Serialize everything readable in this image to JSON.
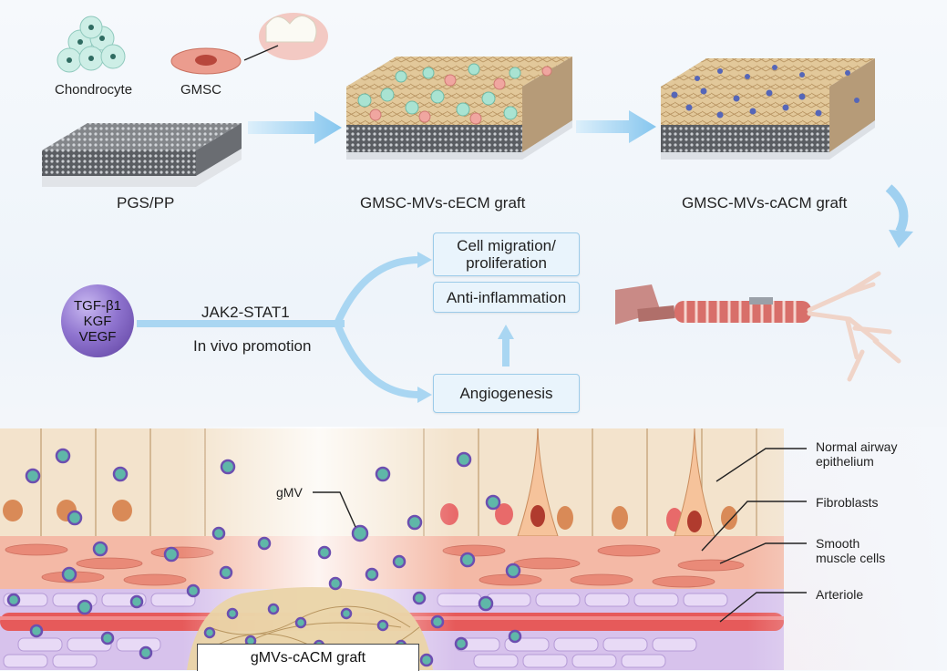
{
  "materials": {
    "chondrocyte": "Chondrocyte",
    "gmsc": "GMSC",
    "scaffold": "PGS/PP"
  },
  "grafts": {
    "ecm": "GMSC-MVs-cECM graft",
    "acm": "GMSC-MVs-cACM graft"
  },
  "factors": [
    "TGF-β1",
    "KGF",
    "VEGF"
  ],
  "pathway": {
    "signal": "JAK2-STAT1",
    "promotion": "In vivo promotion"
  },
  "effects": {
    "migration_line1": "Cell migration/",
    "migration_line2": "proliferation",
    "anti_inflammation": "Anti-inflammation",
    "angiogenesis": "Angiogenesis"
  },
  "tissue": {
    "gmv": "gMV",
    "epithelium_line1": "Normal airway",
    "epithelium_line2": "epithelium",
    "fibroblasts": "Fibroblasts",
    "smooth_line1": "Smooth",
    "smooth_line2": "muscle cells",
    "arteriole": "Arteriole",
    "graft": "gMVs-cACM graft"
  },
  "colors": {
    "arrow": "#9fd0f0",
    "box_fill": "#e9f4fc",
    "box_border": "#9ccbe9",
    "vesicle": "#5fb7a8",
    "vesicle_ring": "#6c4fb0"
  }
}
